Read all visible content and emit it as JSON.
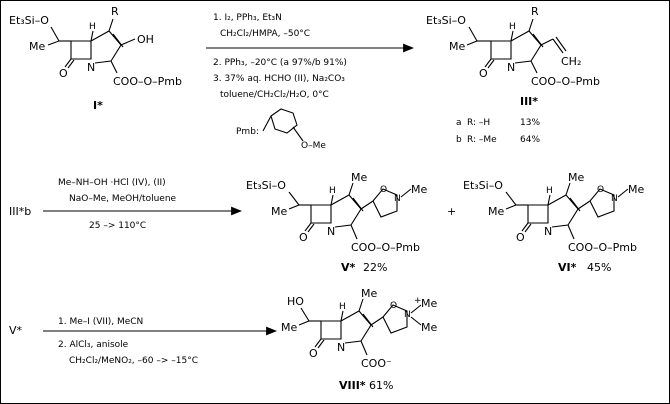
{
  "colors": {
    "ink": "#000000",
    "background": "#ffffff"
  },
  "row1": {
    "reactant": {
      "atoms": {
        "silyl": "Et₃Si–O",
        "methyl": "Me",
        "oxo": "O",
        "n": "N",
        "h": "H",
        "r": "R",
        "oh": "OH",
        "ester": "COO–O–Pmb"
      },
      "label": "I*"
    },
    "conditions": [
      "1. I₂, PPh₃, Et₃N",
      "CH₂Cl₂/HMPA,  –50°C",
      "2. PPh₃, –20°C (a 97%/b 91%)",
      "3. 37% aq. HCHO  (II), Na₂CO₃",
      "toluene/CH₂Cl₂/H₂O, 0°C"
    ],
    "pmb_label": "Pmb:",
    "pmb_ome": "O–Me",
    "product": {
      "atoms": {
        "silyl": "Et₃Si–O",
        "methyl": "Me",
        "oxo": "O",
        "n": "N",
        "h": "H",
        "r": "R",
        "ch2": "CH₂",
        "ester": "COO–O–Pmb"
      },
      "label": "III*",
      "yields": [
        {
          "tag": "a",
          "r": "R: –H",
          "value": "13%"
        },
        {
          "tag": "b",
          "r": "R: –Me",
          "value": "64%"
        }
      ]
    }
  },
  "row2": {
    "reactant_label": "III*b",
    "conditions": [
      "Me–NH–OH ·HCl  (IV), (II)",
      "NaO–Me, MeOH/toluene",
      "25 –> 110°C"
    ],
    "plus": "+",
    "product_v": {
      "atoms": {
        "silyl": "Et₃Si–O",
        "methyl": "Me",
        "oxo": "O",
        "n": "N",
        "h": "H",
        "me4": "Me",
        "iso_o": "O",
        "iso_n": "N",
        "n_me": "Me",
        "ester": "COO–O–Pmb"
      },
      "label": "V*",
      "yield": "22%"
    },
    "product_vi": {
      "atoms": {
        "silyl": "Et₃Si–O",
        "methyl": "Me",
        "oxo": "O",
        "n": "N",
        "h": "H",
        "me4": "Me",
        "iso_o": "O",
        "iso_n": "N",
        "n_me": "Me",
        "ester": "COO–O–Pmb"
      },
      "label": "VI*",
      "yield": "45%"
    }
  },
  "row3": {
    "reactant_label": "V*",
    "conditions": [
      "1. Me–I  (VII), MeCN",
      "2. AlCl₃,  anisole",
      "CH₂Cl₂/MeNO₂,  –60 –> –15°C"
    ],
    "product": {
      "atoms": {
        "ho": "HO",
        "methyl": "Me",
        "oxo": "O",
        "n": "N",
        "h": "H",
        "me4": "Me",
        "iso_o": "O",
        "iso_n": "N",
        "plus": "+",
        "n_me1": "Me",
        "n_me2": "Me",
        "carboxylate": "COO⁻"
      },
      "label": "VIII*",
      "yield": "61%"
    }
  }
}
